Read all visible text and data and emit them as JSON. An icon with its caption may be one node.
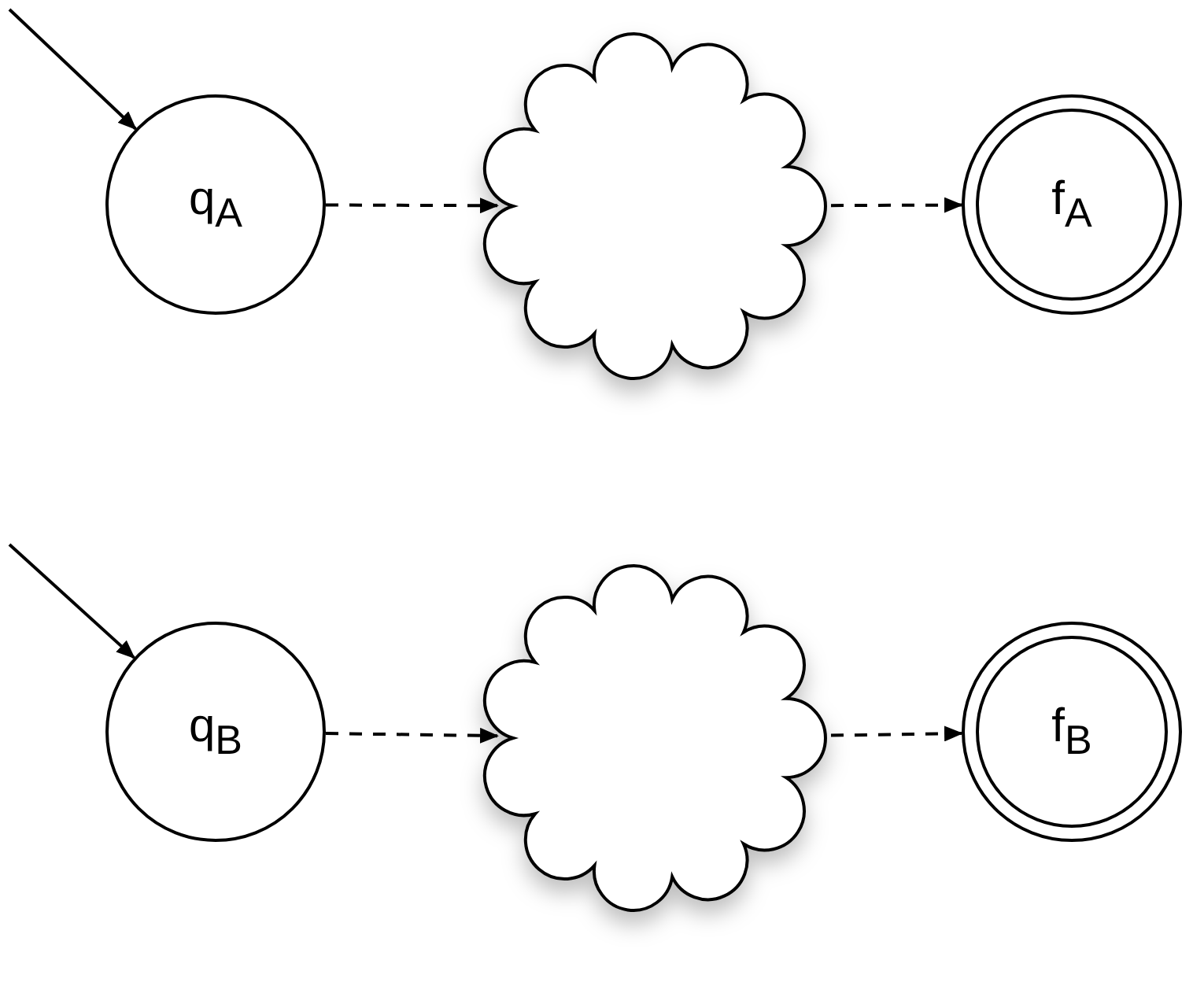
{
  "diagram": {
    "nodes": [
      {
        "text": [
          "q$_{A}$"
        ]
      },
      {
        "text": [],
        "shape": "cloud"
      },
      {
        "text": [
          "f$_{A}$"
        ]
      },
      {
        "text": [
          "q$_{B}$"
        ]
      },
      {
        "text": [],
        "shape": "cloud"
      },
      {
        "text": [
          "f$_{B}$"
        ]
      }
    ],
    "edges": [
      {
        "from": null,
        "to": 0,
        "arrow": "to"
      },
      {
        "from": 0,
        "to": 1,
        "arrow": "to",
        "style": "dashed"
      },
      {
        "from": 1,
        "to": 2,
        "arrow": "to",
        "style": "dashed"
      },
      {
        "from": null,
        "to": 3,
        "arrow": "to"
      },
      {
        "from": 3,
        "to": 4,
        "arrow": "to",
        "style": "dashed"
      },
      {
        "from": 4,
        "to": 5,
        "arrow": "to",
        "style": "dashed"
      }
    ]
  }
}
